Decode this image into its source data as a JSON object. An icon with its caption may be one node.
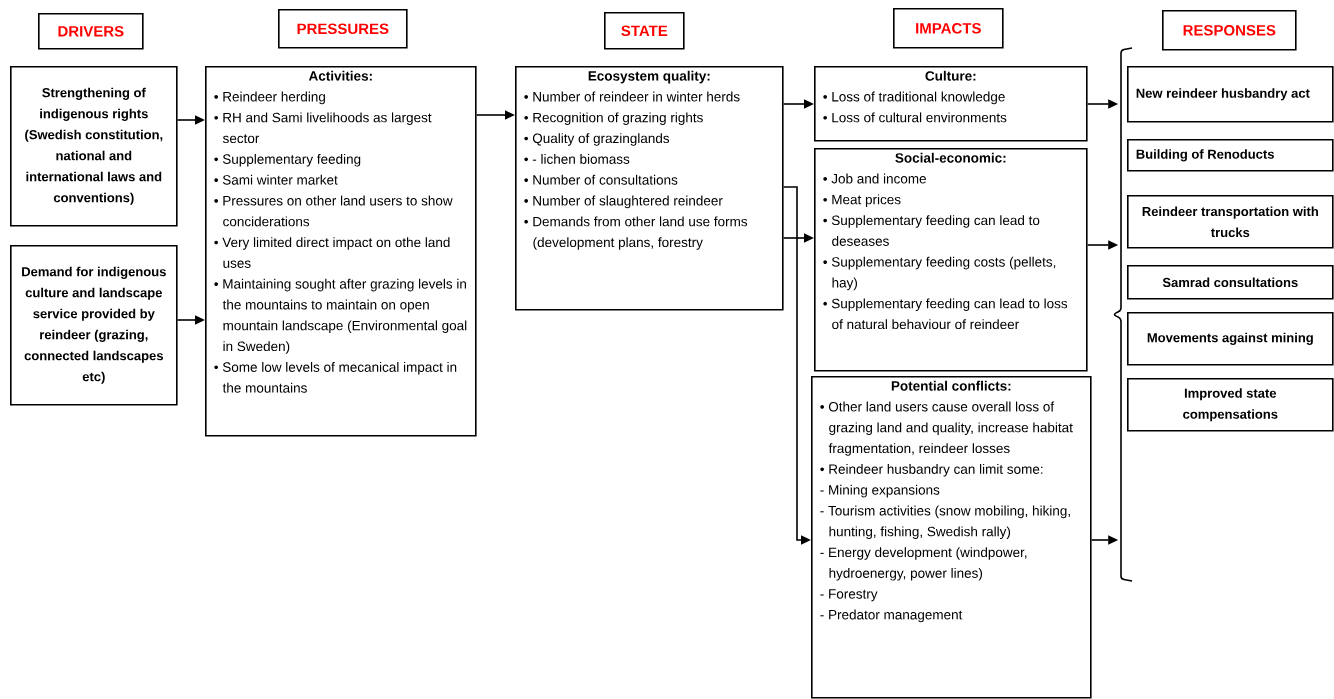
{
  "diagram": {
    "nodes": [
      {
        "text": [
          "DRIVERS"
        ]
      },
      {
        "text": [
          "PRESSURES"
        ]
      },
      {
        "text": [
          "STATE"
        ]
      },
      {
        "text": [
          "IMPACTS"
        ]
      },
      {
        "text": [
          "RESPONSES"
        ]
      },
      {
        "text": [
          "Strengthening of indigenous rights (Swedish constitution, national and international laws and conventions)"
        ]
      },
      {
        "text": [
          "Demand for indigenous culture and landscape service provided by reindeer (grazing, connected landscapes etc)"
        ]
      },
      {
        "text": [
          "Activities:",
          "• Reindeer herding",
          "• RH and Sami livelihoods as largest sector",
          "• Supplementary feeding",
          "• Sami winter market",
          "• Pressures on other land users to show conciderations",
          "• Very limited direct impact on othe land uses",
          "• Maintaining sought after grazing levels in the mountains to maintain on open mountain landscape (Environmental goal in Sweden)",
          "• Some low levels of mecanical impact in the mountains"
        ]
      },
      {
        "text": [
          "Ecosystem quality:",
          "• Number of reindeer in winter herds",
          "• Recognition of grazing rights",
          "• Quality of grazinglands",
          "• - lichen biomass",
          "• Number of consultations",
          "• Number of slaughtered reindeer",
          "• Demands from other land use forms (development plans, forestry"
        ]
      },
      {
        "text": [
          "Culture:",
          "• Loss of traditional knowledge",
          "• Loss of cultural environments"
        ]
      },
      {
        "text": [
          "Social-economic:",
          "• Job and income",
          "• Meat prices",
          "• Supplementary feeding can lead to deseases",
          "• Supplementary feeding costs (pellets, hay)",
          "• Supplementary feeding can lead to loss of natural behaviour of reindeer"
        ]
      },
      {
        "text": [
          "Potential conflicts:",
          "• Other land users cause overall loss of grazing land and quality, increase habitat fragmentation, reindeer losses",
          "• Reindeer husbandry can limit some:",
          "- Mining expansions",
          "- Tourism activities (snow mobiling, hiking, hunting, fishing, Swedish rally)",
          "- Energy development (windpower, hydroenergy, power lines)",
          "- Forestry",
          "- Predator management"
        ]
      },
      {
        "text": [],
        "shape": "bracket"
      },
      {
        "text": [
          "New reindeer husbandry act"
        ]
      },
      {
        "text": [
          "Building of Renoducts"
        ]
      },
      {
        "text": [
          "Reindeer transportation with trucks"
        ]
      },
      {
        "text": [
          "Samrad consultations"
        ]
      },
      {
        "text": [
          "Movements against mining"
        ]
      },
      {
        "text": [
          "Improved state compensations"
        ]
      }
    ],
    "edges": [
      {
        "from": 5,
        "to": 7,
        "arrow": "to"
      },
      {
        "from": 6,
        "to": 7,
        "arrow": "to"
      },
      {
        "from": 7,
        "to": 8,
        "arrow": "to"
      },
      {
        "from": 8,
        "to": 9,
        "arrow": "to"
      },
      {
        "from": 8,
        "to": 10,
        "arrow": "to"
      },
      {
        "from": 8,
        "to": 11,
        "arrow": "to"
      },
      {
        "from": 9,
        "to": 12,
        "arrow": "to"
      },
      {
        "from": 10,
        "to": 12,
        "arrow": "to"
      },
      {
        "from": 11,
        "to": 12,
        "arrow": "to"
      }
    ]
  }
}
